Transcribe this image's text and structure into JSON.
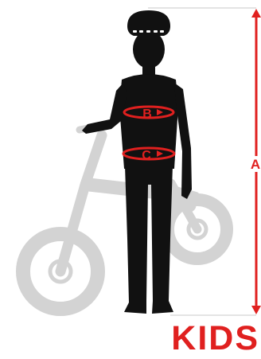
{
  "labels": {
    "height": "A",
    "chest": "B",
    "waist": "C",
    "category": "KIDS"
  },
  "icons": {
    "figure": "child-silhouette-with-helmet",
    "bike": "balance-bike-silhouette",
    "height_arrow": "double-headed-arrow"
  },
  "colors": {
    "accent": "#e0201f",
    "figure": "#111111",
    "bike": "#d3d3d3",
    "guide": "#c8c8c8"
  }
}
